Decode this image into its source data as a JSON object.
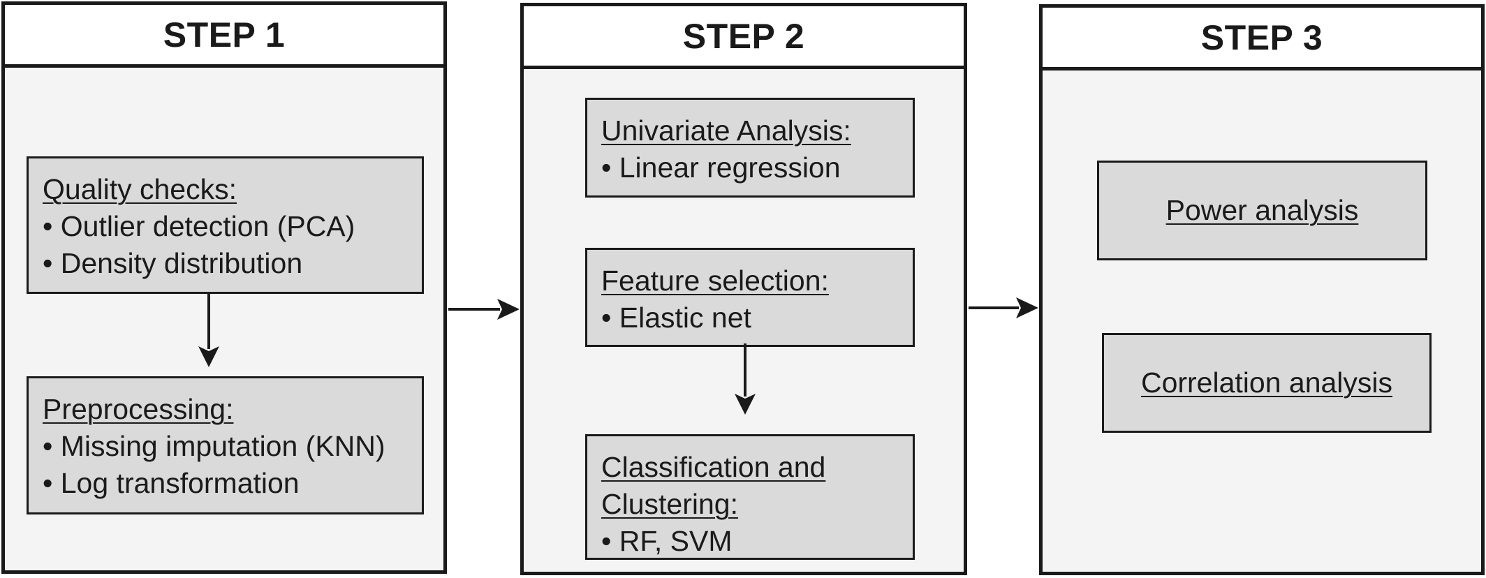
{
  "steps": [
    {
      "title": "STEP 1",
      "boxes": [
        {
          "heading": "Quality checks:",
          "items": [
            "Outlier detection (PCA)",
            "Density distribution"
          ]
        },
        {
          "heading": "Preprocessing:",
          "items": [
            "Missing imputation (KNN)",
            "Log transformation"
          ]
        }
      ]
    },
    {
      "title": "STEP 2",
      "boxes": [
        {
          "heading": "Univariate Analysis:",
          "items": [
            "Linear regression"
          ]
        },
        {
          "heading": "Feature selection:",
          "items": [
            "Elastic net"
          ]
        },
        {
          "heading_lines": [
            "Classification and",
            "Clustering:"
          ],
          "items": [
            "RF, SVM"
          ]
        }
      ]
    },
    {
      "title": "STEP 3",
      "boxes": [
        {
          "heading": "Power analysis"
        },
        {
          "heading": "Correlation analysis"
        }
      ]
    }
  ],
  "connections": [
    {
      "from": "step-1-box-1",
      "to": "step-1-box-2"
    },
    {
      "from": "step-2-box-2",
      "to": "step-2-box-3"
    },
    {
      "from": "step-1",
      "to": "step-2"
    },
    {
      "from": "step-2",
      "to": "step-3"
    }
  ]
}
